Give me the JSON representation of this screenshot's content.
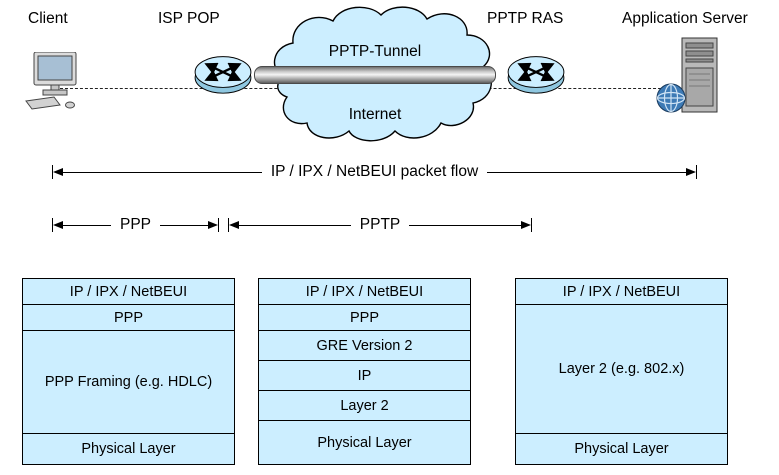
{
  "nodes": {
    "client": "Client",
    "isp_pop": "ISP POP",
    "pptp_ras": "PPTP RAS",
    "app_server": "Application Server"
  },
  "cloud": {
    "tunnel": "PPTP-Tunnel",
    "internet": "Internet"
  },
  "arrows": {
    "packet_flow": "IP / IPX / NetBEUI packet flow",
    "ppp": "PPP",
    "pptp": "PPTP"
  },
  "stacks": [
    {
      "rows": [
        "IP / IPX / NetBEUI",
        "PPP",
        "PPP Framing (e.g. HDLC)",
        "Physical Layer"
      ]
    },
    {
      "rows": [
        "IP / IPX / NetBEUI",
        "PPP",
        "GRE Version 2",
        "IP",
        "Layer 2",
        "Physical Layer"
      ]
    },
    {
      "rows": [
        "IP / IPX / NetBEUI",
        "Layer 2 (e.g. 802.x)",
        "Physical Layer"
      ]
    }
  ],
  "colors": {
    "cell_fill": "#cceeff",
    "cloud_fill": "#cceeff",
    "router_fill": "#cceeff",
    "pipe_gray": "#9a9a9a",
    "border": "#000000"
  }
}
